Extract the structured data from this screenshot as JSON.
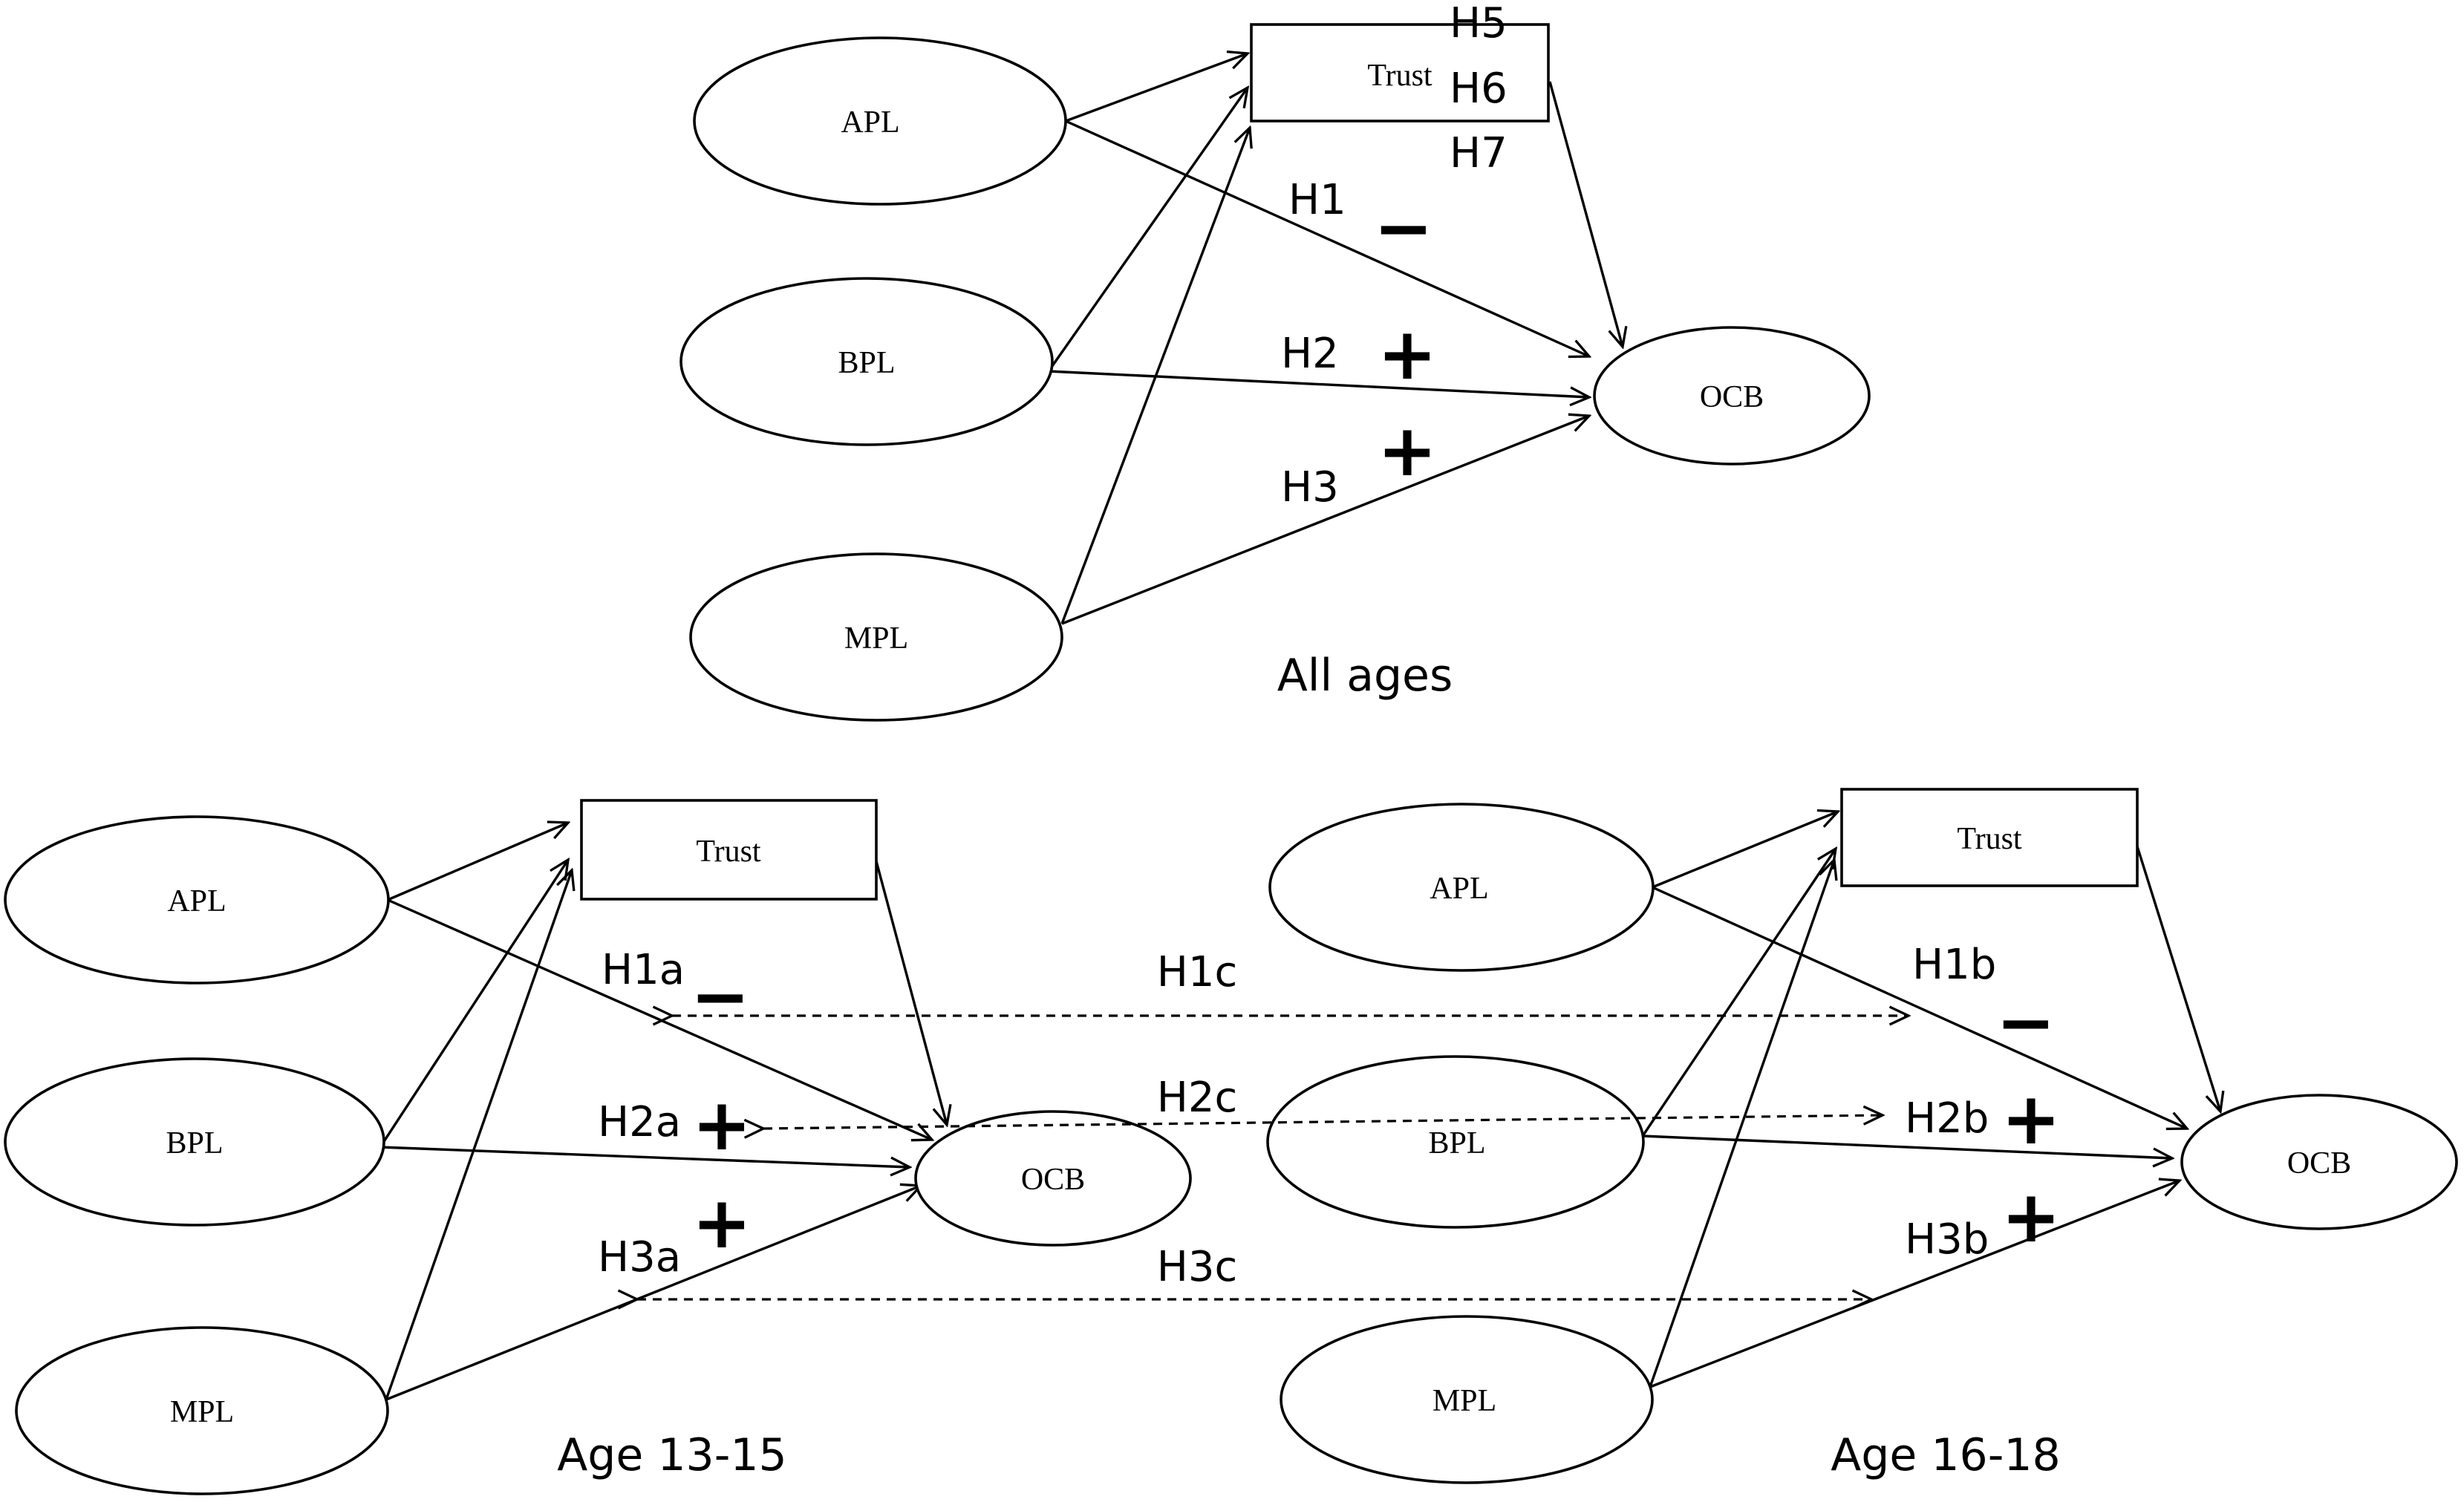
{
  "panels": [
    {
      "id": "all",
      "caption": "All ages",
      "nodes": {
        "apl": "APL",
        "bpl": "BPL",
        "mpl": "MPL",
        "trust": "Trust",
        "ocb": "OCB"
      },
      "hypotheses": {
        "h5": "H5",
        "h6": "H6",
        "h7": "H7",
        "h1": "H1",
        "h2": "H2",
        "h3": "H3",
        "h1_sign": "−",
        "h2_sign": "+",
        "h3_sign": "+"
      }
    },
    {
      "id": "young",
      "caption": "Age  13-15",
      "nodes": {
        "apl": "APL",
        "bpl": "BPL",
        "mpl": "MPL",
        "trust": "Trust",
        "ocb": "OCB"
      },
      "hypotheses": {
        "h1": "H1a",
        "h2": "H2a",
        "h3": "H3a",
        "h1_sign": "−",
        "h2_sign": "+",
        "h3_sign": "+"
      }
    },
    {
      "id": "old",
      "caption": "Age  16-18",
      "nodes": {
        "apl": "APL",
        "bpl": "BPL",
        "mpl": "MPL",
        "trust": "Trust",
        "ocb": "OCB"
      },
      "hypotheses": {
        "h1": "H1b",
        "h2": "H2b",
        "h3": "H3b",
        "h1_sign": "−",
        "h2_sign": "+",
        "h3_sign": "+"
      }
    }
  ],
  "comparisons": {
    "h1c": "H1c",
    "h2c": "H2c",
    "h3c": "H3c"
  }
}
